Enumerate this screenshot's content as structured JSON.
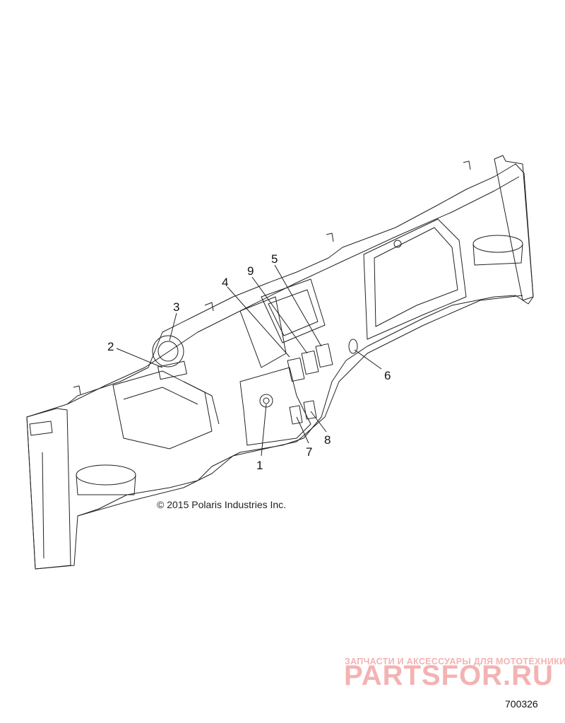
{
  "diagram": {
    "copyright": "© 2015 Polaris Industries Inc.",
    "figure_number": "700326",
    "callouts": [
      "1",
      "2",
      "3",
      "4",
      "5",
      "6",
      "7",
      "8",
      "9"
    ]
  },
  "watermark": {
    "tagline": "ЗАПЧАСТИ И АКСЕССУАРЫ ДЛЯ МОТОТЕХНИКИ",
    "logo": "PARTSFOR.RU",
    "color": "#f3b3b3"
  }
}
